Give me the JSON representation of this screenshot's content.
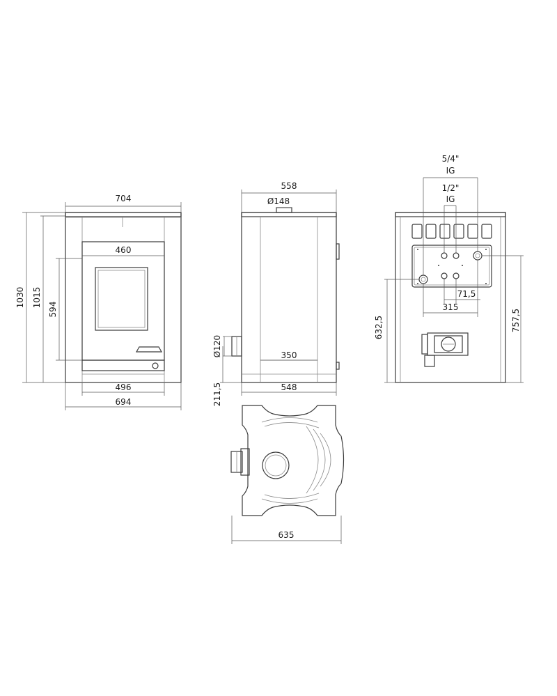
{
  "front_view": {
    "width_top": "704",
    "height_total": "1030",
    "height_body": "1015",
    "door_height": "594",
    "door_width": "460",
    "base_width": "496",
    "width_bottom": "694"
  },
  "side_view": {
    "width_top": "558",
    "flue_diameter": "Ø148",
    "inner_width": "350",
    "width_bottom": "548",
    "side_flue_diameter": "Ø120",
    "side_flue_height": "211,5"
  },
  "back_view": {
    "pipe_large": "5/4\"",
    "pipe_large_thread": "IG",
    "pipe_small": "1/2\"",
    "pipe_small_thread": "IG",
    "spacing_small": "71,5",
    "spacing_large": "315",
    "height_left": "632,5",
    "height_right": "757,5"
  },
  "plan_view": {
    "depth": "635"
  }
}
